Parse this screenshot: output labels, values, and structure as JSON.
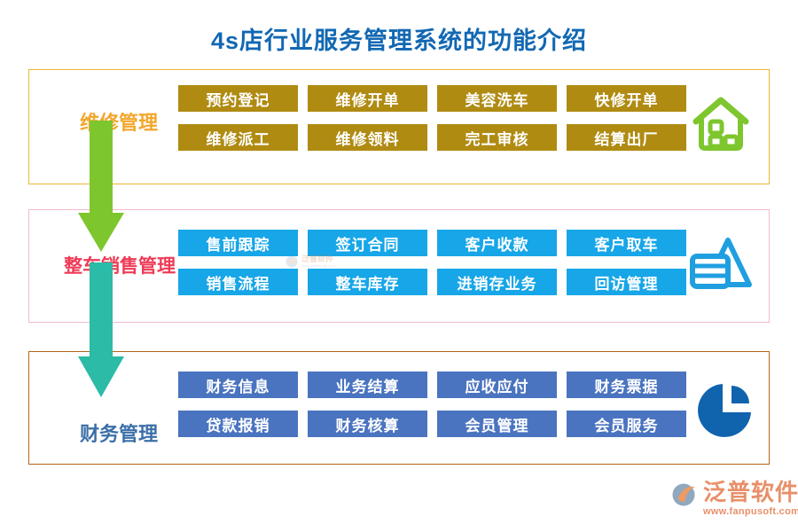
{
  "page": {
    "title": "4s店行业服务管理系统的功能介绍",
    "title_color": "#1268b3"
  },
  "sections": [
    {
      "label": "维修管理",
      "label_color": "#f2a72c",
      "border_color": "#e8b836",
      "button_color": "#b08b12",
      "icon": "house-icon",
      "icon_color": "#7ec62e",
      "buttons": [
        "预约登记",
        "维修开单",
        "美容洗车",
        "快修开单",
        "维修派工",
        "维修领料",
        "完工审核",
        "结算出厂"
      ]
    },
    {
      "label": "整车销售管理",
      "label_color": "#ef3a55",
      "border_color": "#f2b9cf",
      "button_color": "#17a6e8",
      "icon": "chart-triangle-icon",
      "icon_color": "#1f9fe0",
      "buttons": [
        "售前跟踪",
        "签订合同",
        "客户收款",
        "客户取车",
        "销售流程",
        "整车库存",
        "进销存业务",
        "回访管理"
      ]
    },
    {
      "label": "财务管理",
      "label_color": "#3b6fa8",
      "border_color": "#b5641a",
      "button_color": "#4a74c0",
      "icon": "pie-chart-icon",
      "icon_color": "#1063ad",
      "buttons": [
        "财务信息",
        "业务结算",
        "应收应付",
        "财务票据",
        "贷款报销",
        "财务核算",
        "会员管理",
        "会员服务"
      ]
    }
  ],
  "arrows": [
    {
      "name": "flow-arrow-green",
      "color": "#7ec62e"
    },
    {
      "name": "flow-arrow-teal",
      "color": "#2bbba6"
    }
  ],
  "watermark": {
    "name": "泛普软件",
    "url": "www.fanpusoft.com"
  },
  "logo": {
    "name": "泛普软件",
    "url": "www.fanpusoft.com",
    "name_color": "#e8906a"
  }
}
